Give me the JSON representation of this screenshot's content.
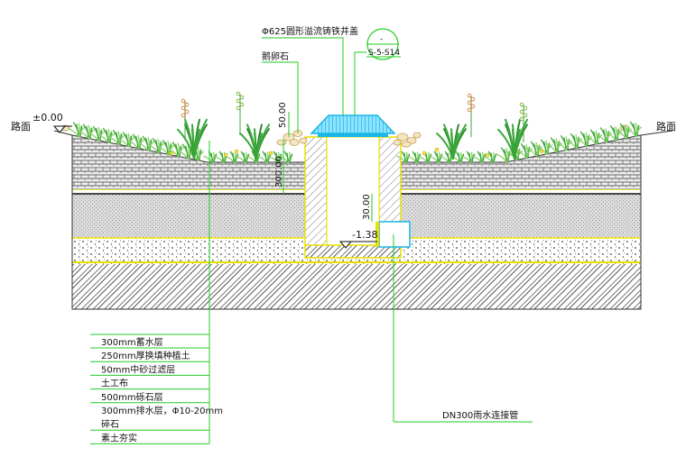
{
  "title_callout": "Φ625圆形溢流铸铁井盖",
  "cobble_label": "鹅卵石",
  "section_ref": "S-5-S14",
  "section_ref_top": "-",
  "level_left": "±0.00",
  "road_left": "路面",
  "road_right": "路面",
  "dim_left_1": "50.00",
  "dim_left_2": "300.00",
  "dim_well": "30.00",
  "level_bottom": "-1.38",
  "pipe_label": "DN300雨水连接管",
  "layers": [
    "300mm蓄水层",
    "250mm厚换填种植土",
    "50mm中砂过滤层",
    "土工布",
    "500mm砾石层",
    "300mm排水层，Φ10-20mm",
    "碎石",
    "素土夯实"
  ],
  "colors": {
    "leader_green": "#22cc22",
    "border_yellow": "#e8e000",
    "plant_green": "#3aa83a",
    "grate_cyan": "#19b6e8",
    "hatch": "#555555"
  }
}
